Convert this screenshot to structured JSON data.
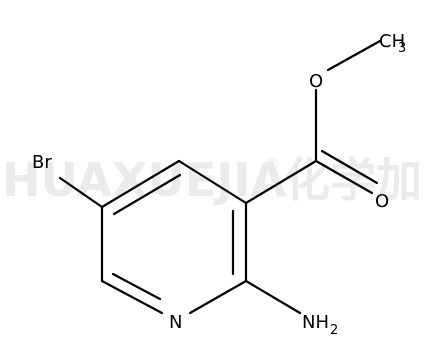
{
  "molecule": {
    "atoms": {
      "bromine": "Br",
      "nitrogen_ring": "N",
      "amino_n": "NH",
      "amino_sub": "2",
      "ester_o_single": "O",
      "ester_o_double": "O",
      "methyl_c": "CH",
      "methyl_sub": "3"
    }
  },
  "watermark": {
    "text": "HUAXUEJIA",
    "registered": "®",
    "cjk": "化学加"
  },
  "colors": {
    "bond": "#000000",
    "text": "#000000",
    "watermark": "#ebebeb",
    "background": "#ffffff"
  }
}
